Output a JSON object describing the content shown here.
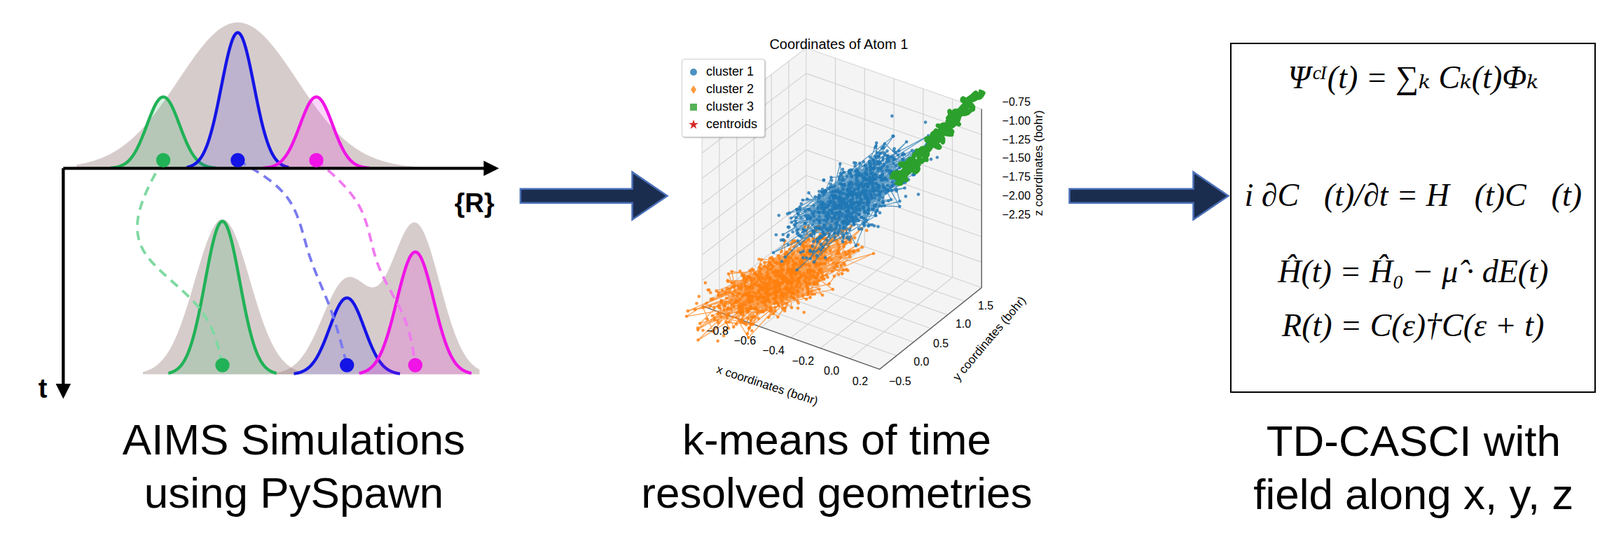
{
  "diagram": {
    "nodes": [
      {
        "text": [
          "AIMS Simulations using PySpawn"
        ]
      },
      {
        "text": [
          "k-means of time resolved geometries"
        ]
      },
      {
        "text": [
          "Ψᶜᴵ(t) = ∑ₖ Cₖ(t)Φₖ",
          "i ∂C⃗(t)/∂t = H⃗(t)C⃗(t)",
          "Ĥ(t) = Ĥ₀ − μ̂ · dE(t)",
          "R(t) = C(ε)†C(ε + t)",
          "TD-CASCI with field along x, y, z"
        ]
      }
    ],
    "edges": [
      {
        "from": 0,
        "to": 1,
        "arrow": "to"
      },
      {
        "from": 1,
        "to": 2,
        "arrow": "to"
      }
    ],
    "labels": [
      "{R}",
      "t",
      "Coordinates of Atom 1",
      "x coordinates (bohr)",
      "y coordinates (bohr)",
      "z coordinates (bohr)",
      "−0.8",
      "−0.6",
      "−0.4",
      "−0.2",
      "0.0",
      "0.2",
      "−0.5",
      "0.0",
      "0.5",
      "1.0",
      "1.5",
      "−0.75",
      "−1.00",
      "−1.25",
      "−1.50",
      "−1.75",
      "−2.00",
      "−2.25"
    ],
    "legend": [
      {
        "text": "cluster 1",
        "color": "#1f77b4"
      },
      {
        "text": "cluster 2",
        "color": "#ff7f0e"
      },
      {
        "text": "cluster 3",
        "color": "#2ca02c"
      },
      {
        "text": "centroids",
        "color": "#d62728"
      }
    ]
  }
}
